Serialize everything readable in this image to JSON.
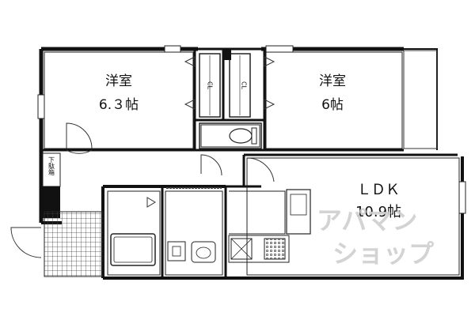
{
  "rooms": {
    "western_room_left": {
      "name": "洋室",
      "size": "6.３帖"
    },
    "western_room_right": {
      "name": "洋室",
      "size": "6帖"
    },
    "ldk": {
      "name": "ＬＤＫ",
      "size": "10.9帖"
    },
    "closet_left": "CL",
    "closet_right": "CL",
    "shoe_box": "下駄箱"
  },
  "watermark": {
    "line1": "アパマン",
    "line2": "ショップ"
  }
}
